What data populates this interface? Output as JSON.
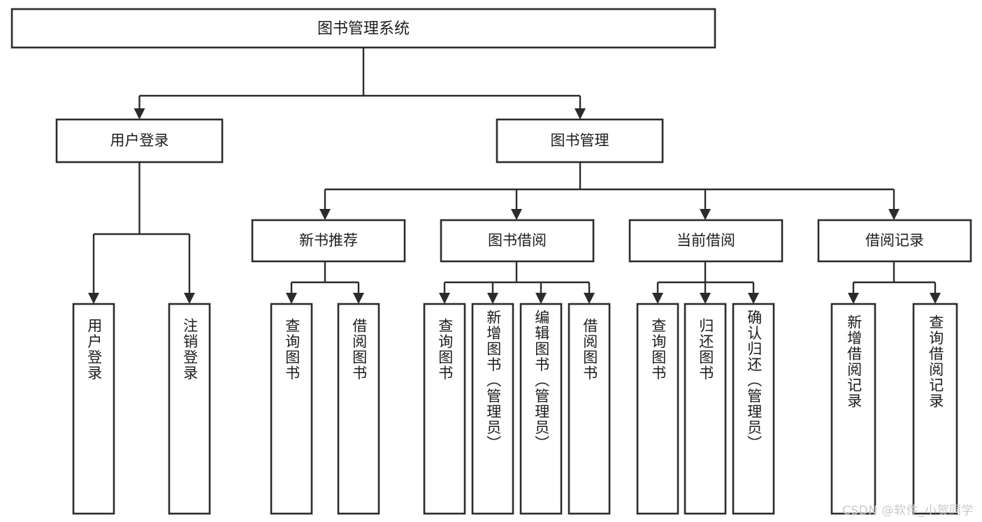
{
  "diagram": {
    "type": "tree",
    "title": "图书管理系统",
    "watermark": "CSDN @软件_小贺同学",
    "colors": {
      "box_stroke": "#2b2b2b",
      "box_fill": "#ffffff",
      "text": "#1c1c1c",
      "connector": "#2b2b2b",
      "watermark": "#c9c9c9",
      "background": "#ffffff"
    },
    "levels": [
      {
        "level": 1,
        "nodes": [
          {
            "id": "root",
            "label": "图书管理系统",
            "orientation": "horizontal"
          }
        ]
      },
      {
        "level": 2,
        "nodes": [
          {
            "id": "l2a",
            "label": "用户登录",
            "orientation": "horizontal",
            "parent": "root"
          },
          {
            "id": "l2b",
            "label": "图书管理",
            "orientation": "horizontal",
            "parent": "root"
          }
        ]
      },
      {
        "level": 3,
        "nodes": [
          {
            "id": "l3a",
            "label": "新书推荐",
            "orientation": "horizontal",
            "parent": "l2b"
          },
          {
            "id": "l3b",
            "label": "图书借阅",
            "orientation": "horizontal",
            "parent": "l2b"
          },
          {
            "id": "l3c",
            "label": "当前借阅",
            "orientation": "horizontal",
            "parent": "l2b"
          },
          {
            "id": "l3d",
            "label": "借阅记录",
            "orientation": "horizontal",
            "parent": "l2b"
          }
        ]
      },
      {
        "level": 4,
        "nodes": [
          {
            "id": "leaf1",
            "label": "用户登录",
            "orientation": "vertical",
            "parent": "l2a"
          },
          {
            "id": "leaf2",
            "label": "注销登录",
            "orientation": "vertical",
            "parent": "l2a"
          },
          {
            "id": "leaf3",
            "label": "查询图书",
            "orientation": "vertical",
            "parent": "l3a"
          },
          {
            "id": "leaf4",
            "label": "借阅图书",
            "orientation": "vertical",
            "parent": "l3a"
          },
          {
            "id": "leaf5",
            "label": "查询图书",
            "orientation": "vertical",
            "parent": "l3b"
          },
          {
            "id": "leaf6",
            "label": "新增图书（管理员）",
            "orientation": "vertical",
            "parent": "l3b"
          },
          {
            "id": "leaf7",
            "label": "编辑图书（管理员）",
            "orientation": "vertical",
            "parent": "l3b"
          },
          {
            "id": "leaf8",
            "label": "借阅图书",
            "orientation": "vertical",
            "parent": "l3b"
          },
          {
            "id": "leaf9",
            "label": "查询图书",
            "orientation": "vertical",
            "parent": "l3c"
          },
          {
            "id": "leaf10",
            "label": "归还图书",
            "orientation": "vertical",
            "parent": "l3c"
          },
          {
            "id": "leaf11",
            "label": "确认归还（管理员）",
            "orientation": "vertical",
            "parent": "l3c"
          },
          {
            "id": "leaf12",
            "label": "新增借阅记录",
            "orientation": "vertical",
            "parent": "l3d"
          },
          {
            "id": "leaf13",
            "label": "查询借阅记录",
            "orientation": "vertical",
            "parent": "l3d"
          }
        ]
      }
    ],
    "edges": [
      {
        "from": "root",
        "to": "l2a"
      },
      {
        "from": "root",
        "to": "l2b"
      },
      {
        "from": "l2b",
        "to": "l3a"
      },
      {
        "from": "l2b",
        "to": "l3b"
      },
      {
        "from": "l2b",
        "to": "l3c"
      },
      {
        "from": "l2b",
        "to": "l3d"
      },
      {
        "from": "l2a",
        "to": "leaf1"
      },
      {
        "from": "l2a",
        "to": "leaf2"
      },
      {
        "from": "l3a",
        "to": "leaf3"
      },
      {
        "from": "l3a",
        "to": "leaf4"
      },
      {
        "from": "l3b",
        "to": "leaf5"
      },
      {
        "from": "l3b",
        "to": "leaf6"
      },
      {
        "from": "l3b",
        "to": "leaf7"
      },
      {
        "from": "l3b",
        "to": "leaf8"
      },
      {
        "from": "l3c",
        "to": "leaf9"
      },
      {
        "from": "l3c",
        "to": "leaf10"
      },
      {
        "from": "l3c",
        "to": "leaf11"
      },
      {
        "from": "l3d",
        "to": "leaf12"
      },
      {
        "from": "l3d",
        "to": "leaf13"
      }
    ]
  }
}
